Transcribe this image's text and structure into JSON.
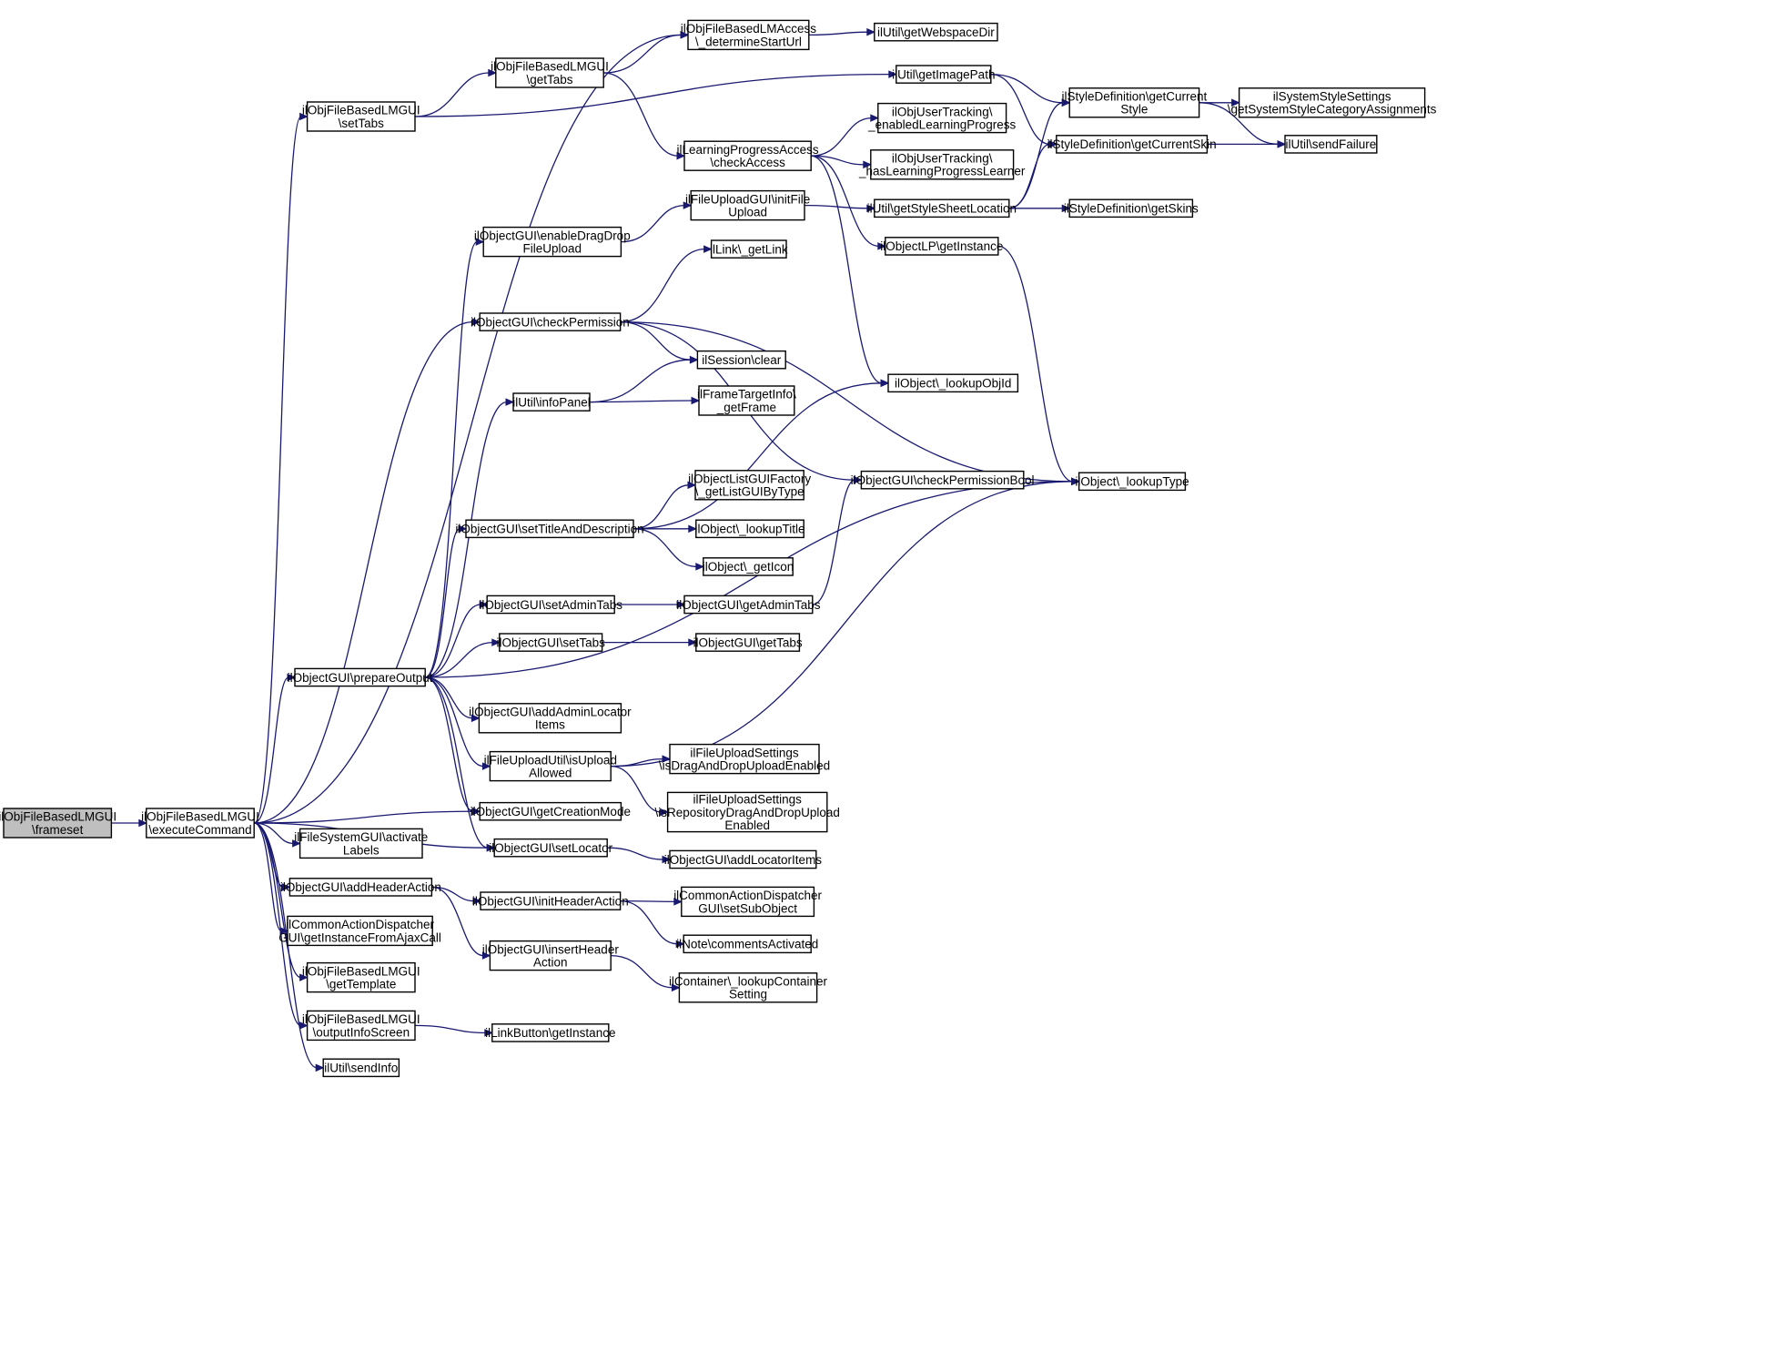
{
  "nodes": [
    {
      "id": "n0",
      "lines": [
        "ilObjFileBasedLMGUI",
        "\\frameset"
      ],
      "root": true
    },
    {
      "id": "n1",
      "lines": [
        "ilObjFileBasedLMGUI",
        "\\executeCommand"
      ]
    },
    {
      "id": "n2",
      "lines": [
        "ilObjFileBasedLMAccess",
        "\\_determineStartUrl"
      ]
    },
    {
      "id": "n3",
      "lines": [
        "ilUtil\\getWebspaceDir"
      ]
    },
    {
      "id": "n4",
      "lines": [
        "ilObjFileBasedLMGUI",
        "\\getTabs"
      ]
    },
    {
      "id": "n5",
      "lines": [
        "ilObjFileBasedLMGUI",
        "\\setTabs"
      ]
    },
    {
      "id": "n6",
      "lines": [
        "ilUtil\\getImagePath"
      ]
    },
    {
      "id": "n7",
      "lines": [
        "ilStyleDefinition\\getCurrent",
        "Style"
      ]
    },
    {
      "id": "n8",
      "lines": [
        "ilSystemStyleSettings",
        "\\getSystemStyleCategoryAssignments"
      ]
    },
    {
      "id": "n9",
      "lines": [
        "ilUtil\\sendFailure"
      ]
    },
    {
      "id": "n10",
      "lines": [
        "ilStyleDefinition\\getCurrentSkin"
      ]
    },
    {
      "id": "n11",
      "lines": [
        "ilObjUserTracking\\",
        "_enabledLearningProgress"
      ]
    },
    {
      "id": "n12",
      "lines": [
        "ilLearningProgressAccess",
        "\\checkAccess"
      ]
    },
    {
      "id": "n13",
      "lines": [
        "ilObjUserTracking\\",
        "_hasLearningProgressLearner"
      ]
    },
    {
      "id": "n14",
      "lines": [
        "ilFileUploadGUI\\initFile",
        "Upload"
      ]
    },
    {
      "id": "n15",
      "lines": [
        "ilUtil\\getStyleSheetLocation"
      ]
    },
    {
      "id": "n16",
      "lines": [
        "ilStyleDefinition\\getSkins"
      ]
    },
    {
      "id": "n17",
      "lines": [
        "ilObjectGUI\\enableDragDrop",
        "FileUpload"
      ]
    },
    {
      "id": "n18",
      "lines": [
        "ilObjectLP\\getInstance"
      ]
    },
    {
      "id": "n19",
      "lines": [
        "ilLink\\_getLink"
      ]
    },
    {
      "id": "n20",
      "lines": [
        "ilObjectGUI\\checkPermission"
      ]
    },
    {
      "id": "n21",
      "lines": [
        "ilSession\\clear"
      ]
    },
    {
      "id": "n22",
      "lines": [
        "ilObject\\_lookupObjId"
      ]
    },
    {
      "id": "n23",
      "lines": [
        "ilUtil\\infoPanel"
      ]
    },
    {
      "id": "n24",
      "lines": [
        "ilFrameTargetInfo\\",
        "_getFrame"
      ]
    },
    {
      "id": "n25",
      "lines": [
        "ilObjectListGUIFactory",
        "\\_getListGUIByType"
      ]
    },
    {
      "id": "n26",
      "lines": [
        "ilObjectGUI\\checkPermissionBool"
      ]
    },
    {
      "id": "n27",
      "lines": [
        "ilObject\\_lookupType"
      ]
    },
    {
      "id": "n28",
      "lines": [
        "ilObjectGUI\\setTitleAndDescription"
      ]
    },
    {
      "id": "n29",
      "lines": [
        "ilObject\\_lookupTitle"
      ]
    },
    {
      "id": "n30",
      "lines": [
        "ilObject\\_getIcon"
      ]
    },
    {
      "id": "n31",
      "lines": [
        "ilObjectGUI\\setAdminTabs"
      ]
    },
    {
      "id": "n32",
      "lines": [
        "ilObjectGUI\\getAdminTabs"
      ]
    },
    {
      "id": "n33",
      "lines": [
        "ilObjectGUI\\setTabs"
      ]
    },
    {
      "id": "n34",
      "lines": [
        "ilObjectGUI\\getTabs"
      ]
    },
    {
      "id": "n35",
      "lines": [
        "ilObjectGUI\\prepareOutput"
      ]
    },
    {
      "id": "n36",
      "lines": [
        "ilObjectGUI\\addAdminLocator",
        "Items"
      ]
    },
    {
      "id": "n37",
      "lines": [
        "ilFileUploadUtil\\isUpload",
        "Allowed"
      ]
    },
    {
      "id": "n38",
      "lines": [
        "ilFileUploadSettings",
        "\\isDragAndDropUploadEnabled"
      ]
    },
    {
      "id": "n39",
      "lines": [
        "ilFileUploadSettings",
        "\\isRepositoryDragAndDropUpload",
        "Enabled"
      ]
    },
    {
      "id": "n40",
      "lines": [
        "ilObjectGUI\\getCreationMode"
      ]
    },
    {
      "id": "n41",
      "lines": [
        "ilFileSystemGUI\\activate",
        "Labels"
      ]
    },
    {
      "id": "n42",
      "lines": [
        "ilObjectGUI\\setLocator"
      ]
    },
    {
      "id": "n43",
      "lines": [
        "ilObjectGUI\\addLocatorItems"
      ]
    },
    {
      "id": "n44",
      "lines": [
        "ilObjectGUI\\addHeaderAction"
      ]
    },
    {
      "id": "n45",
      "lines": [
        "ilObjectGUI\\initHeaderAction"
      ]
    },
    {
      "id": "n46",
      "lines": [
        "ilCommonActionDispatcher",
        "GUI\\setSubObject"
      ]
    },
    {
      "id": "n47",
      "lines": [
        "ilCommonActionDispatcher",
        "GUI\\getInstanceFromAjaxCall"
      ]
    },
    {
      "id": "n48",
      "lines": [
        "ilNote\\commentsActivated"
      ]
    },
    {
      "id": "n49",
      "lines": [
        "ilObjectGUI\\insertHeader",
        "Action"
      ]
    },
    {
      "id": "n50",
      "lines": [
        "ilObjFileBasedLMGUI",
        "\\getTemplate"
      ]
    },
    {
      "id": "n51",
      "lines": [
        "ilContainer\\_lookupContainer",
        "Setting"
      ]
    },
    {
      "id": "n52",
      "lines": [
        "ilObjFileBasedLMGUI",
        "\\outputInfoScreen"
      ]
    },
    {
      "id": "n53",
      "lines": [
        "ilLinkButton\\getInstance"
      ]
    },
    {
      "id": "n54",
      "lines": [
        "ilUtil\\sendInfo"
      ]
    }
  ],
  "edges": [
    [
      "n0",
      "n1"
    ],
    [
      "n1",
      "n2"
    ],
    [
      "n1",
      "n5"
    ],
    [
      "n1",
      "n35"
    ],
    [
      "n1",
      "n20"
    ],
    [
      "n1",
      "n40"
    ],
    [
      "n1",
      "n42"
    ],
    [
      "n1",
      "n41"
    ],
    [
      "n1",
      "n44"
    ],
    [
      "n1",
      "n47"
    ],
    [
      "n1",
      "n50"
    ],
    [
      "n1",
      "n52"
    ],
    [
      "n1",
      "n54"
    ],
    [
      "n2",
      "n3"
    ],
    [
      "n5",
      "n4"
    ],
    [
      "n5",
      "n6"
    ],
    [
      "n4",
      "n2"
    ],
    [
      "n4",
      "n12"
    ],
    [
      "n6",
      "n7"
    ],
    [
      "n6",
      "n10"
    ],
    [
      "n7",
      "n8"
    ],
    [
      "n7",
      "n9"
    ],
    [
      "n10",
      "n9"
    ],
    [
      "n12",
      "n11"
    ],
    [
      "n12",
      "n13"
    ],
    [
      "n12",
      "n18"
    ],
    [
      "n12",
      "n22"
    ],
    [
      "n14",
      "n15"
    ],
    [
      "n15",
      "n16"
    ],
    [
      "n15",
      "n10"
    ],
    [
      "n15",
      "n7"
    ],
    [
      "n17",
      "n14"
    ],
    [
      "n18",
      "n27"
    ],
    [
      "n20",
      "n19"
    ],
    [
      "n20",
      "n21"
    ],
    [
      "n20",
      "n26"
    ],
    [
      "n20",
      "n27"
    ],
    [
      "n23",
      "n21"
    ],
    [
      "n23",
      "n24"
    ],
    [
      "n28",
      "n22"
    ],
    [
      "n28",
      "n25"
    ],
    [
      "n28",
      "n29"
    ],
    [
      "n28",
      "n30"
    ],
    [
      "n31",
      "n32"
    ],
    [
      "n32",
      "n26"
    ],
    [
      "n33",
      "n34"
    ],
    [
      "n35",
      "n17"
    ],
    [
      "n35",
      "n23"
    ],
    [
      "n35",
      "n28"
    ],
    [
      "n35",
      "n31"
    ],
    [
      "n35",
      "n33"
    ],
    [
      "n35",
      "n36"
    ],
    [
      "n35",
      "n37"
    ],
    [
      "n35",
      "n40"
    ],
    [
      "n35",
      "n42"
    ],
    [
      "n35",
      "n27"
    ],
    [
      "n37",
      "n38"
    ],
    [
      "n37",
      "n39"
    ],
    [
      "n37",
      "n27"
    ],
    [
      "n42",
      "n43"
    ],
    [
      "n44",
      "n45"
    ],
    [
      "n44",
      "n49"
    ],
    [
      "n45",
      "n46"
    ],
    [
      "n45",
      "n48"
    ],
    [
      "n49",
      "n51"
    ],
    [
      "n52",
      "n53"
    ]
  ]
}
